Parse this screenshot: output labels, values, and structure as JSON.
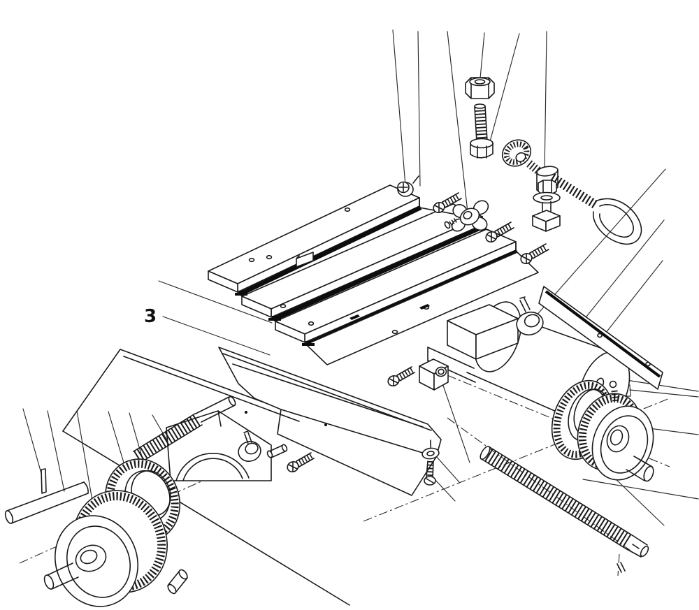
{
  "figure": {
    "type": "exploded-parts-diagram",
    "subject": "compound cross-slide table assembly",
    "callouts": [
      {
        "label": "3",
        "target": "saddle-casting"
      }
    ],
    "colors": {
      "line": "#1a1a1a",
      "background": "#ffffff",
      "groove": "#0d0d0d"
    }
  },
  "parts": [
    "t-slot-table-top",
    "saddle-casting",
    "base-casting",
    "leadscrew-bracket",
    "left-handwheel",
    "left-graduated-dial",
    "x-axis-leadscrew",
    "cross-shaft",
    "taper-pin",
    "crank-handle-peg",
    "right-handwheel",
    "right-graduated-dial",
    "y-axis-leadscrew",
    "leadscrew-bearing-bracket",
    "nut-block",
    "gib-strip",
    "shaft-collar",
    "set-screw",
    "hex-nut",
    "hex-bolt",
    "star-knob",
    "clamp-knob",
    "clamp-body",
    "clamp-washer",
    "clamp-stud",
    "t-nut",
    "eye-bolt-spring",
    "pan-head-screws",
    "detent-ball",
    "detent-spring",
    "washer-screw"
  ]
}
